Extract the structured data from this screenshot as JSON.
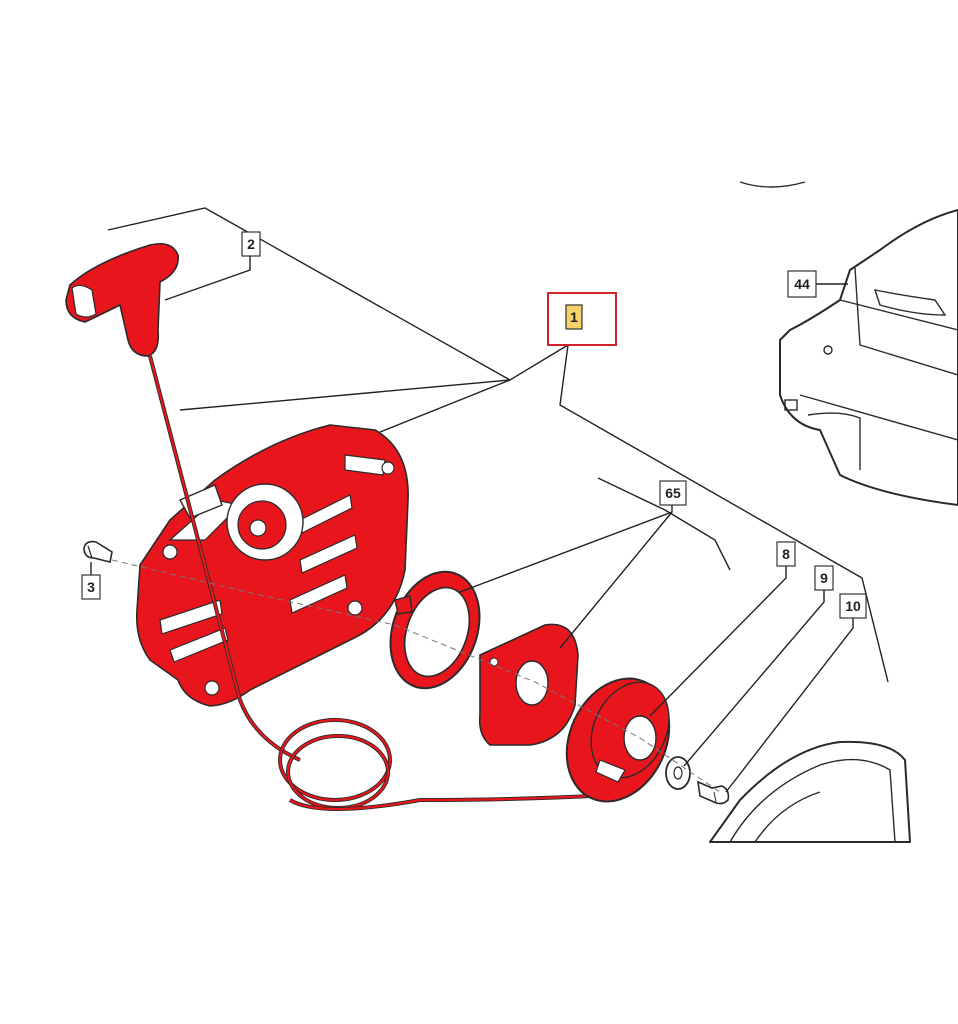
{
  "colors": {
    "part_highlight": "#e8161c",
    "selected_callout_fill": "#f7d16b",
    "selected_callout_border": "#d3202a",
    "line": "#222222"
  },
  "callouts": {
    "c1": "1",
    "c2": "2",
    "c3": "3",
    "c8": "8",
    "c9": "9",
    "c10": "10",
    "c44": "44",
    "c65": "65"
  },
  "selected_callout": "1"
}
